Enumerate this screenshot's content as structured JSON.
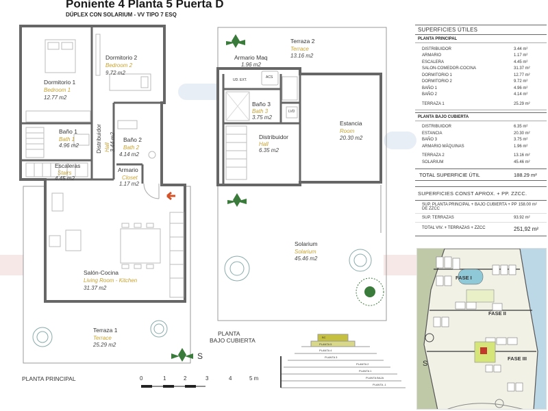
{
  "header": {
    "title": "Poniente 4 Planta 5 Puerta D",
    "subtitle": "DÚPLEX CON SOLARIUM - VV TIPO 7 ESQ"
  },
  "planta_principal": {
    "label": "PLANTA PRINCIPAL",
    "rooms": {
      "dormitorio1": {
        "name": "Dormitorio 1",
        "en": "Bedroom 1",
        "area": "12.77 m2"
      },
      "dormitorio2": {
        "name": "Dormitorio 2",
        "en": "Bedroom 2",
        "area": "9.72 m2"
      },
      "bano1": {
        "name": "Baño 1",
        "en": "Bath 1",
        "area": "4.96 m2"
      },
      "distribuidor": {
        "name": "Distribuidor",
        "en": "Hall",
        "area": "3.44 m2"
      },
      "bano2": {
        "name": "Baño 2",
        "en": "Bath 2",
        "area": "4.14 m2"
      },
      "escaleras": {
        "name": "Escaleras",
        "en": "Stairs",
        "area": "4.45 m2"
      },
      "armario": {
        "name": "Armario",
        "en": "Closet",
        "area": "1.17 m2"
      },
      "salon": {
        "name": "Salón-Cocina",
        "en": "Living Room - Kitchen",
        "area": "31.37 m2"
      },
      "terraza1": {
        "name": "Terraza 1",
        "en": "Terrace",
        "area": "25.29 m2"
      }
    }
  },
  "planta_bajo_cubierta": {
    "label_line1": "PLANTA",
    "label_line2": "BAJO CUBIERTA",
    "rooms": {
      "terraza2": {
        "name": "Terraza 2",
        "en": "Terrace",
        "area": "13.16 m2"
      },
      "armario_maq": {
        "name": "Armario Maq",
        "area": "1.96 m2"
      },
      "bano3": {
        "name": "Baño 3",
        "en": "Bath 3",
        "area": "3.75 m2"
      },
      "distribuidor": {
        "name": "Distribuidor",
        "en": "Hall",
        "area": "6.35 m2"
      },
      "estancia": {
        "name": "Estancia",
        "en": "Room",
        "area": "20.30 m2"
      },
      "solarium": {
        "name": "Solarium",
        "en": "Solarium",
        "area": "45.46 m2"
      }
    },
    "fixtures": {
      "ud_ext": "UD. EXT.",
      "acs": "ACS",
      "lvd": "LVD"
    }
  },
  "scale": {
    "ticks": [
      "0",
      "1",
      "2",
      "3",
      "4",
      "5 m"
    ],
    "north_label": "S"
  },
  "section_diagram": {
    "labels": [
      "BC",
      "PLANTA 5",
      "PLANTA 4",
      "PLANTA 3",
      "PLANTA 2",
      "PLANTA 1",
      "PLANTA BAJA",
      "PLANTA -1"
    ]
  },
  "superficies_utiles": {
    "title": "SUPERFICIES ÚTILES",
    "principal_title": "PLANTA PRINCIPAL",
    "principal": [
      {
        "name": "DISTRIBUIDOR",
        "value": "3.44 m²"
      },
      {
        "name": "ARMARIO",
        "value": "1.17 m²"
      },
      {
        "name": "ESCALERA",
        "value": "4.45 m²"
      },
      {
        "name": "SALON-COMEDOR-COCINA",
        "value": "31.37 m²"
      },
      {
        "name": "DORMITORIO 1",
        "value": "12.77 m²"
      },
      {
        "name": "DORMITORIO 2",
        "value": "9.72 m²"
      },
      {
        "name": "BAÑO 1",
        "value": "4.96 m²"
      },
      {
        "name": "BAÑO 2",
        "value": "4.14 m²"
      }
    ],
    "principal_terraza": {
      "name": "TERRAZA 1",
      "value": "25.29 m²"
    },
    "bajo_title": "PLANTA BAJO CUBIERTA",
    "bajo": [
      {
        "name": "DISTRIBUIDOR",
        "value": "6.35 m²"
      },
      {
        "name": "ESTANCIA",
        "value": "20.30 m²"
      },
      {
        "name": "BAÑO 3",
        "value": "3.75 m²"
      },
      {
        "name": "ARMARIO MÁQUINAS",
        "value": "1.96 m²"
      }
    ],
    "bajo_ext": [
      {
        "name": "TERRAZA 2",
        "value": "13.16 m²"
      },
      {
        "name": "SOLARIUM",
        "value": "45.46 m²"
      }
    ],
    "total": {
      "name": "TOTAL SUPERFICIE ÚTIL",
      "value": "188.29 m²"
    }
  },
  "superficies_const": {
    "title": "SUPERFICIES CONST APROX. + PP. ZZCC.",
    "rows": [
      {
        "name": "SUP. PLANTA PRINCIPAL + BAJO CUBIERTA + PP DE ZZCC",
        "value": "158.00 m²"
      },
      {
        "name": "SUP. TERRAZAS",
        "value": "93.92 m²"
      }
    ],
    "total": {
      "name": "TOTAL VIV. + TERRAZAS + ZZCC",
      "value": "251,92 m²"
    }
  },
  "site_map": {
    "fases": [
      "FASE I",
      "FASE II",
      "FASE III"
    ],
    "north_label": "S"
  }
}
